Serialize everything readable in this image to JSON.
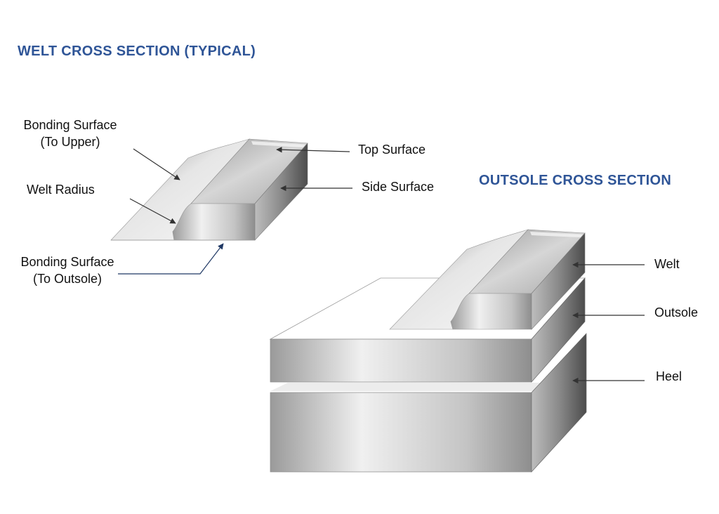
{
  "colors": {
    "title": "#2f5597",
    "label_text": "#111111",
    "leader_line": "#333333",
    "arrow_blue": "#1f3864",
    "surface_light": "#f2f2f2",
    "surface_mid": "#bfbfbf",
    "surface_dark": "#6b6b6b"
  },
  "titles": {
    "welt": "WELT CROSS SECTION (TYPICAL)",
    "outsole": "OUTSOLE CROSS SECTION"
  },
  "welt_labels": {
    "bonding_upper_line1": "Bonding Surface",
    "bonding_upper_line2": "(To Upper)",
    "welt_radius": "Welt Radius",
    "bonding_outsole_line1": "Bonding Surface",
    "bonding_outsole_line2": "(To Outsole)",
    "top_surface": "Top Surface",
    "side_surface": "Side Surface"
  },
  "outsole_labels": {
    "welt": "Welt",
    "outsole": "Outsole",
    "heel": "Heel"
  }
}
